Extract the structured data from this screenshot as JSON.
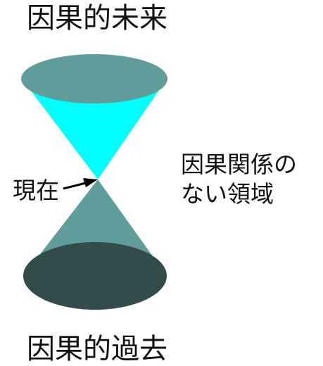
{
  "labels": {
    "future": "因果的未来",
    "present": "現在",
    "elsewhere_line1": "因果関係の",
    "elsewhere_line2": "ない領域",
    "past": "因果的過去"
  },
  "colors": {
    "future_cone": "#00ffff",
    "future_cap": "#5f9c9a",
    "past_cone": "#5f9c9a",
    "past_cap": "#324c4c",
    "arrow": "#000000",
    "text": "#111111"
  }
}
